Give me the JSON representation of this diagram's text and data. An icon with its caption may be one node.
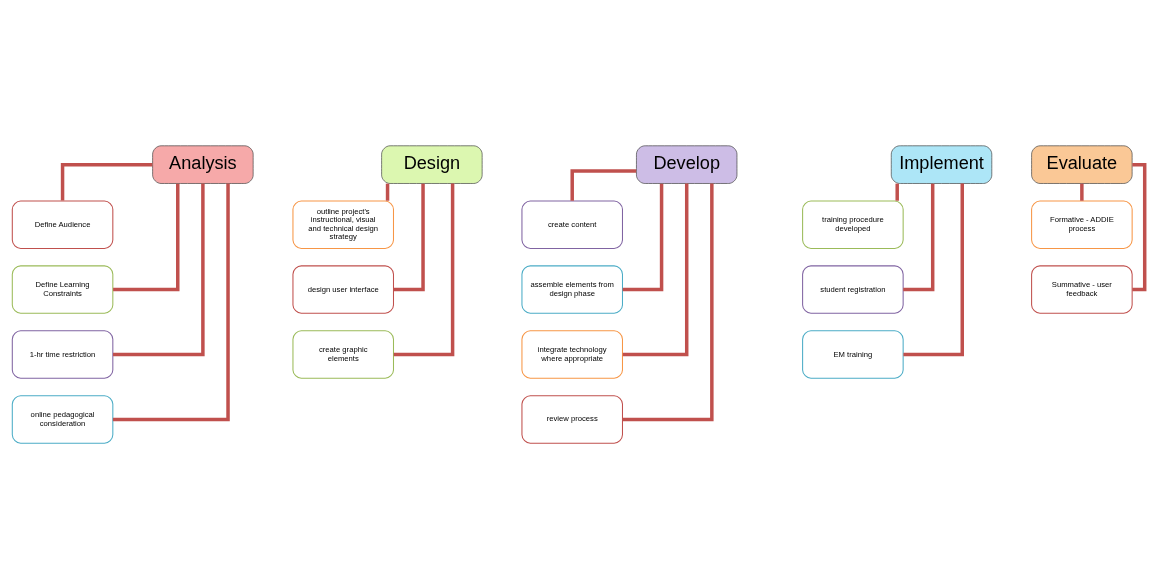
{
  "diagram": {
    "nodes": [
      {
        "text": [
          "Analysis"
        ]
      },
      {
        "text": [
          "Define Audience"
        ]
      },
      {
        "text": [
          "Define Learning Constraints"
        ]
      },
      {
        "text": [
          "1-hr time restriction"
        ]
      },
      {
        "text": [
          "online pedagogical consideration"
        ]
      },
      {
        "text": [
          "Design"
        ]
      },
      {
        "text": [
          "outline project's instructional, visual and technical design strategy"
        ]
      },
      {
        "text": [
          "design user interface"
        ]
      },
      {
        "text": [
          "create graphic elements"
        ]
      },
      {
        "text": [
          "Develop"
        ]
      },
      {
        "text": [
          "create content"
        ]
      },
      {
        "text": [
          "assemble elements from design phase"
        ]
      },
      {
        "text": [
          "integrate technology where appropriate"
        ]
      },
      {
        "text": [
          "review process"
        ]
      },
      {
        "text": [
          "Implement"
        ]
      },
      {
        "text": [
          "training procedure developed"
        ]
      },
      {
        "text": [
          "student registration"
        ]
      },
      {
        "text": [
          "EM training"
        ]
      },
      {
        "text": [
          "Evaluate"
        ]
      },
      {
        "text": [
          "Formative - ADDIE process"
        ]
      },
      {
        "text": [
          "Summative - user feedback"
        ]
      }
    ],
    "edges": [
      {
        "from": 0,
        "to": 1,
        "arrow": "none"
      },
      {
        "from": 0,
        "to": 2,
        "arrow": "none"
      },
      {
        "from": 0,
        "to": 3,
        "arrow": "none"
      },
      {
        "from": 0,
        "to": 4,
        "arrow": "none"
      },
      {
        "from": 5,
        "to": 6,
        "arrow": "none"
      },
      {
        "from": 5,
        "to": 7,
        "arrow": "none"
      },
      {
        "from": 5,
        "to": 8,
        "arrow": "none"
      },
      {
        "from": 9,
        "to": 10,
        "arrow": "none"
      },
      {
        "from": 9,
        "to": 11,
        "arrow": "none"
      },
      {
        "from": 9,
        "to": 12,
        "arrow": "none"
      },
      {
        "from": 9,
        "to": 13,
        "arrow": "none"
      },
      {
        "from": 14,
        "to": 15,
        "arrow": "none"
      },
      {
        "from": 14,
        "to": 16,
        "arrow": "none"
      },
      {
        "from": 14,
        "to": 17,
        "arrow": "none"
      },
      {
        "from": 18,
        "to": 19,
        "arrow": "none"
      },
      {
        "from": 18,
        "to": 20,
        "arrow": "none"
      }
    ]
  }
}
